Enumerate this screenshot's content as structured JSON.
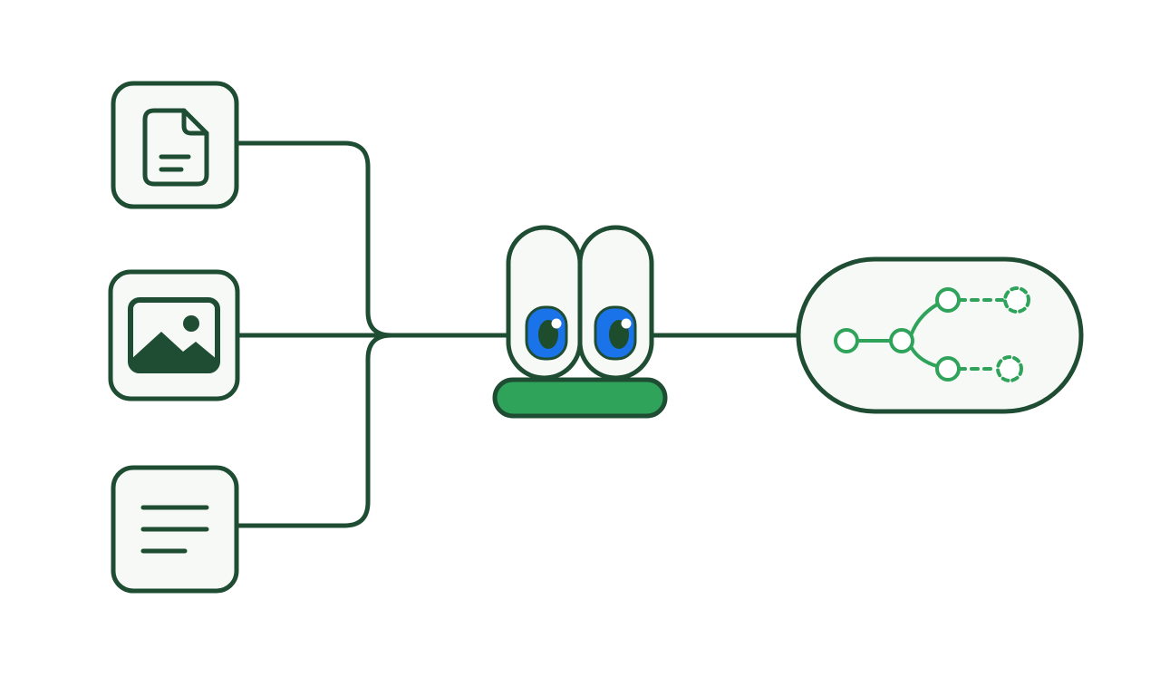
{
  "diagram": {
    "inputs": [
      {
        "id": "document",
        "icon": "document-icon"
      },
      {
        "id": "image",
        "icon": "image-icon"
      },
      {
        "id": "text",
        "icon": "text-lines-icon"
      }
    ],
    "agent": {
      "icon": "googly-eyes-mascot-icon"
    },
    "output": {
      "icon": "branching-graph-icon",
      "branches": 2
    }
  },
  "colors": {
    "stroke": "#1f4d33",
    "box_fill": "#f7f9f7",
    "accent_green": "#2fa35a",
    "pupil_blue": "#1a73e8",
    "pupil_dark": "#1d4d2c",
    "background": "#ffffff"
  }
}
